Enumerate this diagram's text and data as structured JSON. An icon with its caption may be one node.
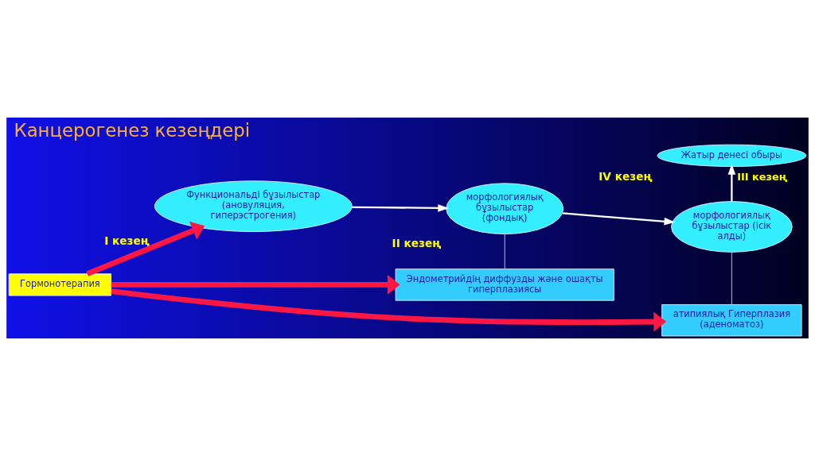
{
  "diagram": {
    "title": "Канцерогенез кезеңдері",
    "nodes": [
      {
        "text": [
          "Функциональді бұзылыстар (ановуляция, гиперэстрогения)"
        ],
        "beside": [
          "I кезең"
        ]
      },
      {
        "text": [
          "морфологиялық бұзылыстар (фондық)"
        ],
        "beside": [
          "II кезең"
        ]
      },
      {
        "text": [
          "морфологиялық бұзылыстар (ісік алды)"
        ]
      },
      {
        "text": [
          "Жатыр денесі обыры"
        ],
        "beside": [
          "IV кезең"
        ]
      },
      {
        "text": [
          "Эндометрийдің диффузды және ошақты гиперплазиясы"
        ]
      },
      {
        "text": [
          "атипиялық Гиперплазия (аденоматоз)"
        ]
      },
      {
        "text": [
          "Гормонотерапия"
        ]
      }
    ],
    "edges": [
      {
        "from": 0,
        "to": 1,
        "arrow": "to"
      },
      {
        "from": 1,
        "to": 2,
        "arrow": "to"
      },
      {
        "from": 2,
        "to": 3,
        "arrow": "to",
        "label": "III кезең"
      },
      {
        "from": 1,
        "to": 4,
        "arrow": "none"
      },
      {
        "from": 2,
        "to": 5,
        "arrow": "none"
      },
      {
        "from": 6,
        "to": 0,
        "arrow": "to",
        "style": "thick",
        "color": "#ff1744"
      },
      {
        "from": 6,
        "to": 4,
        "arrow": "to",
        "style": "thick",
        "color": "#ff1744"
      },
      {
        "from": 6,
        "to": 5,
        "arrow": "to",
        "style": "thick",
        "color": "#ff1744"
      }
    ]
  }
}
